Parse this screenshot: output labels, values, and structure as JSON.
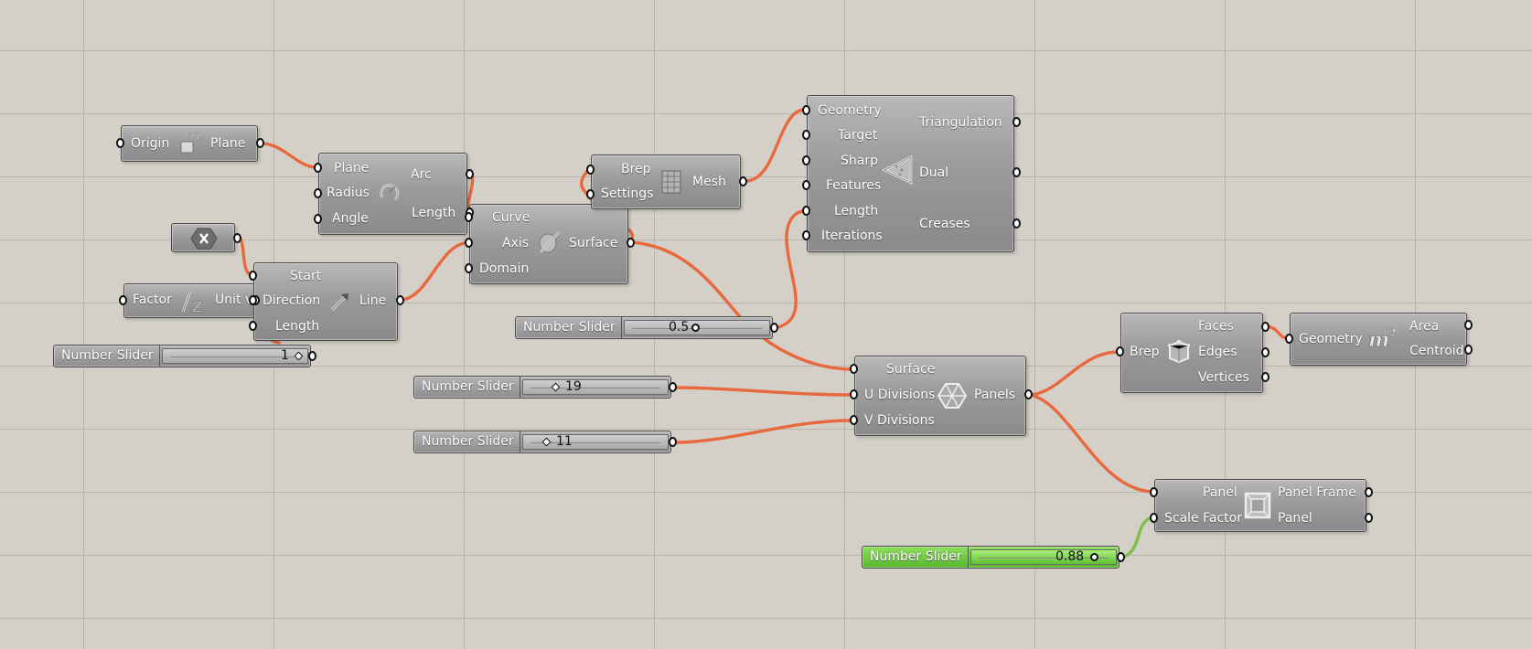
{
  "components": {
    "xz_plane": {
      "inputs": [
        "Origin"
      ],
      "outputs": [
        "Plane"
      ],
      "icon": "xz-plane-icon"
    },
    "arc": {
      "inputs": [
        "Plane",
        "Radius",
        "Angle"
      ],
      "outputs": [
        "Arc",
        "Length"
      ],
      "icon": "arc-icon"
    },
    "revolution": {
      "inputs": [
        "Curve",
        "Axis",
        "Domain"
      ],
      "outputs": [
        "Surface"
      ],
      "icon": "revolution-icon"
    },
    "mesh_brep": {
      "inputs": [
        "Brep",
        "Settings"
      ],
      "outputs": [
        "Mesh"
      ],
      "icon": "mesh-icon"
    },
    "triremesh": {
      "inputs": [
        "Geometry",
        "Target",
        "Sharp",
        "Features",
        "Length",
        "Iterations"
      ],
      "outputs": [
        "Triangulation",
        "Dual",
        "Creases"
      ],
      "icon": "triangle-remesh-icon"
    },
    "null_param": {
      "icon": "cross-hexagon-icon"
    },
    "unit_z": {
      "inputs": [
        "Factor"
      ],
      "outputs": [
        "Unit vector"
      ],
      "icon": "unit-z-icon"
    },
    "line_sdl": {
      "inputs": [
        "Start",
        "Direction",
        "Length"
      ],
      "outputs": [
        "Line"
      ],
      "icon": "line-icon"
    },
    "panels": {
      "inputs": [
        "Surface",
        "U Divisions",
        "V Divisions"
      ],
      "outputs": [
        "Panels"
      ],
      "icon": "hexagon-panel-icon"
    },
    "deconstruct_brep": {
      "inputs": [
        "Brep"
      ],
      "outputs": [
        "Faces",
        "Edges",
        "Vertices"
      ],
      "icon": "deconstruct-brep-icon"
    },
    "area": {
      "inputs": [
        "Geometry"
      ],
      "outputs": [
        "Area",
        "Centroid"
      ],
      "icon": "area-m2-icon"
    },
    "panel_frame": {
      "inputs": [
        "Panel",
        "Scale Factor"
      ],
      "outputs": [
        "Panel Frame",
        "Panel"
      ],
      "icon": "panel-frame-icon"
    }
  },
  "sliders": {
    "length_slider": {
      "name": "Number Slider",
      "value": "1"
    },
    "length_remesh_slider": {
      "name": "Number Slider",
      "value": "0.5"
    },
    "u_slider": {
      "name": "Number Slider",
      "value": "19"
    },
    "v_slider": {
      "name": "Number Slider",
      "value": "11"
    },
    "scale_slider": {
      "name": "Number Slider",
      "value": "0.88"
    }
  },
  "colors": {
    "wire": "#e8693d",
    "wire_active": "#7fbf4a",
    "canvas": "#d4d0c8",
    "slider_active": "#6cc83a"
  }
}
